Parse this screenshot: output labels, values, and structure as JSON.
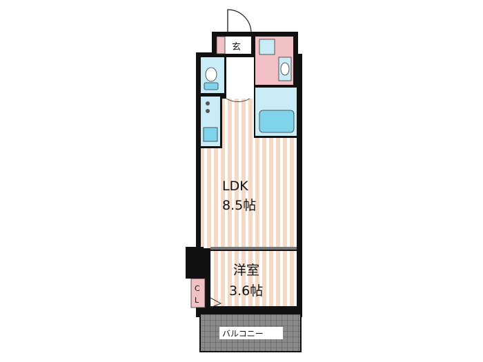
{
  "rooms": {
    "ldk": {
      "name": "LDK",
      "size": "8.5帖"
    },
    "western": {
      "name": "洋室",
      "size": "3.6帖"
    },
    "entrance": {
      "name": "玄"
    },
    "closet": {
      "line1": "C",
      "line2": "L"
    },
    "balcony": {
      "name": "バルコニー"
    }
  },
  "colors": {
    "wall": "#111111",
    "floor_stripe_a": "#f6d9c4",
    "floor_stripe_b": "#ffffff",
    "wet_area": "#c9ecf6",
    "fixture": "#7fd3ea",
    "entrance_pink": "#f2c1c6",
    "balcony_bg": "#8f8f8f"
  }
}
